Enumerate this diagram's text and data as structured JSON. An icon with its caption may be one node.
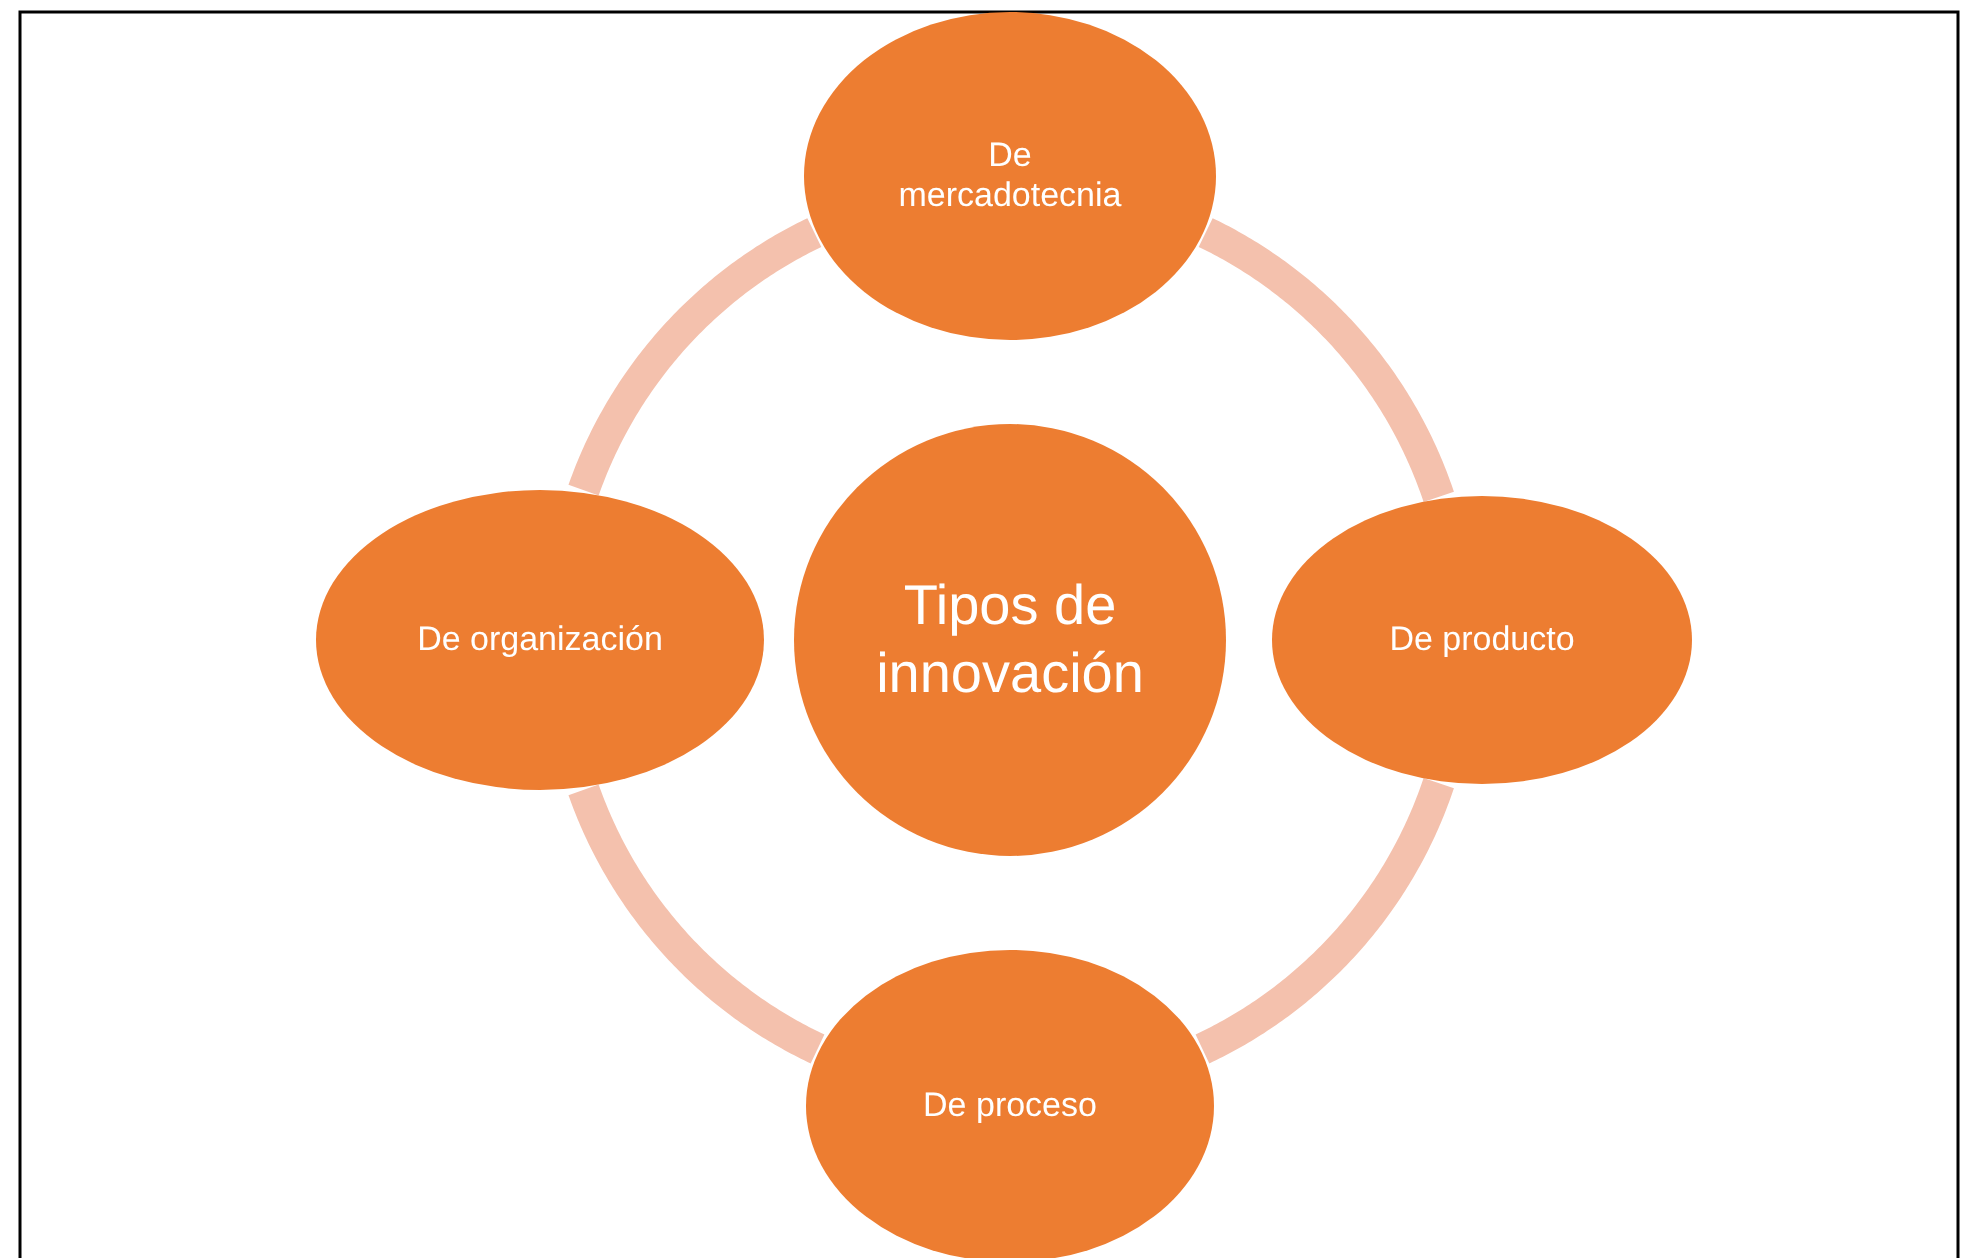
{
  "diagram": {
    "nodes": [
      {
        "text": [
          "Tipos de innovación"
        ]
      },
      {
        "text": [
          "De mercadotecnia"
        ]
      },
      {
        "text": [
          "De producto"
        ]
      },
      {
        "text": [
          "De proceso"
        ]
      },
      {
        "text": [
          "De organización"
        ]
      }
    ],
    "edges": [
      {
        "from": 1,
        "to": 2,
        "arrow": "none"
      },
      {
        "from": 2,
        "to": 3,
        "arrow": "none"
      },
      {
        "from": 3,
        "to": 4,
        "arrow": "none"
      },
      {
        "from": 4,
        "to": 1,
        "arrow": "none"
      }
    ]
  }
}
